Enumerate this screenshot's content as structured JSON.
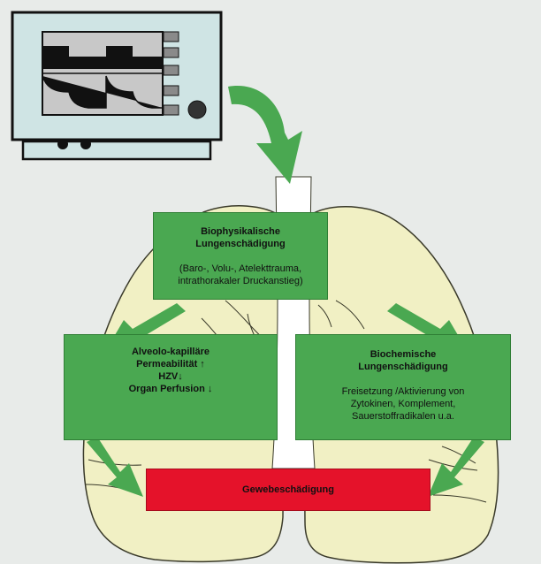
{
  "diagram": {
    "box_biophysical": {
      "title_line1": "Biophysikalische",
      "title_line2": "Lungenschädigung",
      "detail_line1": "(Baro-, Volu-, Atelekttrauma,",
      "detail_line2": "intrathorakaler Druckanstieg)"
    },
    "box_alveolo": {
      "line1": "Alveolo-kapilläre",
      "line2": "Permeabilität ↑",
      "line3": "HZV↓",
      "line4": "Organ Perfusion ↓"
    },
    "box_biochemical": {
      "title_line1": "Biochemische",
      "title_line2": "Lungenschädigung",
      "detail_line1": "Freisetzung /Aktivierung von",
      "detail_line2": "Zytokinen, Komplement,",
      "detail_line3": "Sauerstoffradikalen u.a."
    },
    "box_damage": {
      "label": "Gewebeschädigung"
    }
  },
  "colors": {
    "background": "#e8ebe9",
    "lung_fill": "#f1f0c4",
    "box_green": "#4aa851",
    "box_red": "#e5122a",
    "arrow_green": "#4aa851",
    "monitor_frame": "#cfe4e4"
  },
  "icons": [
    "ventilator-monitor-icon",
    "lungs-illustration"
  ]
}
